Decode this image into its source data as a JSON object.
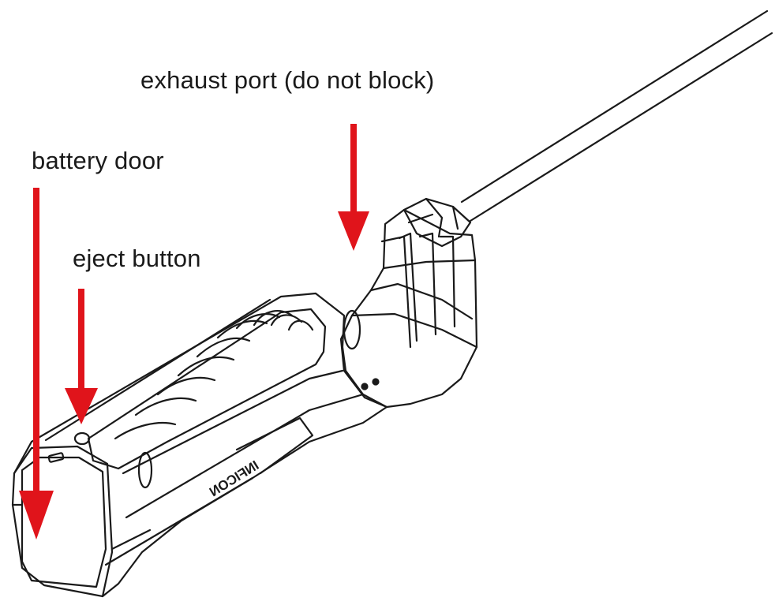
{
  "labels": {
    "exhaust_port": "exhaust port (do not block)",
    "battery_door": "battery door",
    "eject_button": "eject button"
  },
  "brand_logo": "INFICON",
  "colors": {
    "arrow": "#e0141b",
    "line": "#1a1a1a",
    "background": "#ffffff"
  }
}
